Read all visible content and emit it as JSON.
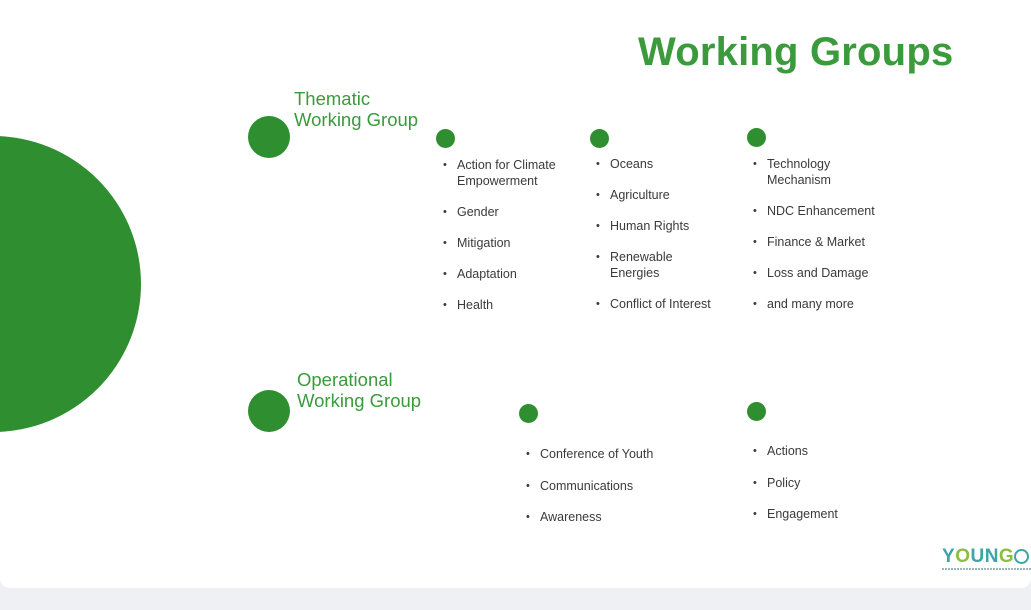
{
  "title": "Working Groups",
  "colors": {
    "green": "#3a9a3c",
    "dot_green": "#2f8f30",
    "text": "#3a3a3a"
  },
  "thematic": {
    "title": "Thematic\nWorking Group",
    "columns": [
      [
        "Action for Climate\nEmpowerment",
        "Gender",
        "Mitigation",
        "Adaptation",
        "Health"
      ],
      [
        "Oceans",
        "Agriculture",
        "Human Rights",
        "Renewable\nEnergies",
        "Conflict of Interest"
      ],
      [
        "Technology\nMechanism",
        "NDC Enhancement",
        "Finance & Market",
        "Loss and Damage",
        "and many more"
      ]
    ]
  },
  "operational": {
    "title": "Operational\nWorking Group",
    "columns": [
      [
        "Conference of Youth",
        "Communications",
        "Awareness"
      ],
      [
        "Actions",
        "Policy",
        "Engagement"
      ]
    ]
  },
  "logo": {
    "y": "Y",
    "o": "O",
    "un": "UN",
    "g": "G"
  }
}
